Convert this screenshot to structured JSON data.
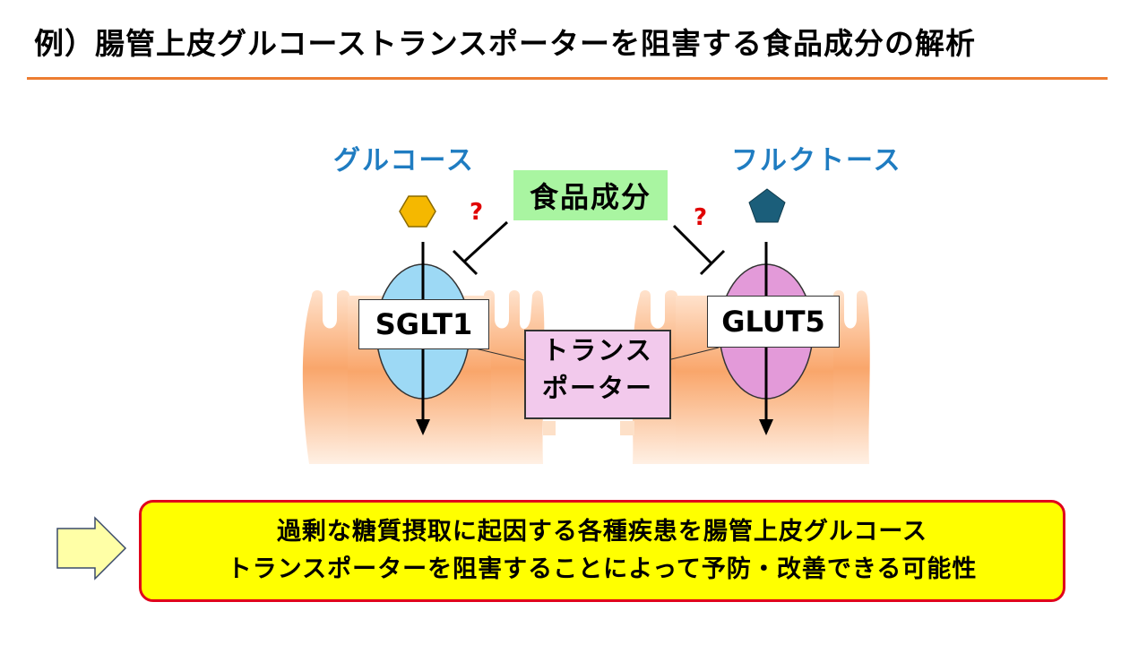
{
  "title": "例）腸管上皮グルコーストランスポーターを阻害する食品成分の解析",
  "diagram": {
    "glucose_label": "グルコース",
    "fructose_label": "フルクトース",
    "food_component": "食品成分",
    "question_mark_left": "?",
    "question_mark_right": "?",
    "sglt1": "SGLT1",
    "glut5": "GLUT5",
    "transporter_line1": "トランス",
    "transporter_line2": "ポーター",
    "colors": {
      "glucose_hexagon": "#f5b800",
      "fructose_pentagon": "#1b5e7a",
      "sglt1_oval": "#9dd9f5",
      "glut5_oval": "#e39ad9",
      "food_box": "#a9f5a1",
      "transporter_box": "#f2c9ec",
      "cell_gradient": "#f8a86a",
      "sugar_label": "#1f7cc1",
      "question_mark": "#e00000"
    }
  },
  "conclusion": {
    "line1": "過剰な糖質摂取に起因する各種疾患を腸管上皮グルコース",
    "line2": "トランスポーターを阻害することによって予防・改善できる可能性",
    "icons": [
      "right-arrow-icon"
    ]
  },
  "colors": {
    "title_rule": "#ed7d31",
    "result_box_bg": "#ffff00",
    "result_box_border": "#e0001b",
    "arrow_fill": "#ffffa6"
  }
}
